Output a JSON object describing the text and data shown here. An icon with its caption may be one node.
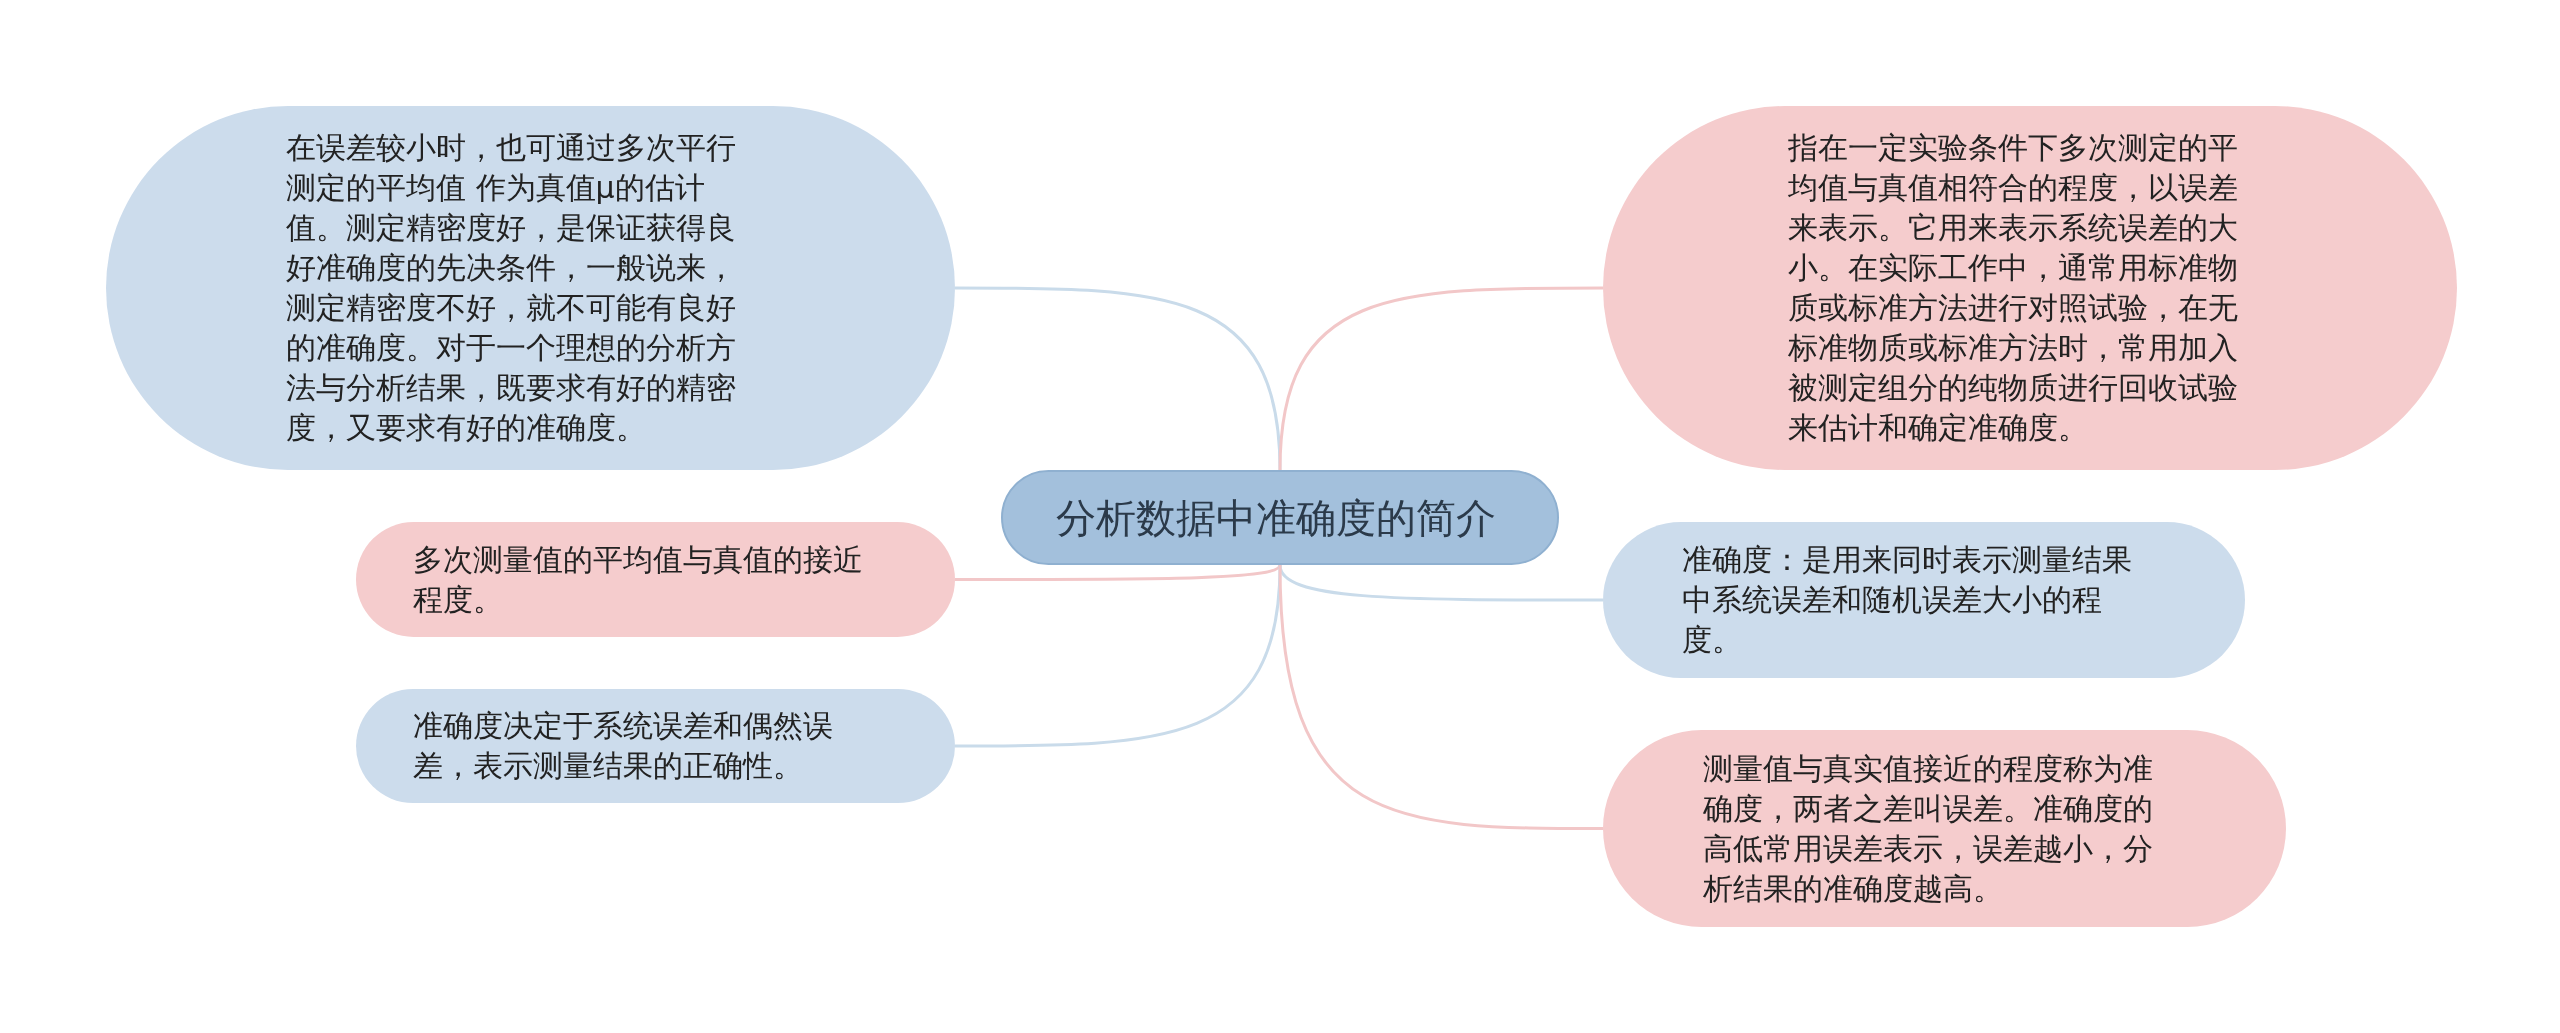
{
  "diagram": {
    "nodes": [
      {
        "text": [
          "分析数据中准确度的简介"
        ]
      },
      {
        "text": [
          "在误差较小时，也可通过多次平行测定的平均值 作为真值μ的估计值。测定精密度好，是保证获得良好准确度的先决条件，一般说来，测定精密度不好，就不可能有良好的准确度。对于一个理想的分析方法与分析结果，既要求有好的精密度，又要求有好的准确度。"
        ]
      },
      {
        "text": [
          "多次测量值的平均值与真值的接近程度。"
        ]
      },
      {
        "text": [
          "准确度决定于系统误差和偶然误差，表示测量结果的正确性。"
        ]
      },
      {
        "text": [
          "指在一定实验条件下多次测定的平均值与真值相符合的程度，以误差来表示。它用来表示系统误差的大小。在实际工作中，通常用标准物质或标准方法进行对照试验，在无标准物质或标准方法时，常用加入被测定组分的纯物质进行回收试验来估计和确定准确度。"
        ]
      },
      {
        "text": [
          "准确度：是用来同时表示测量结果中系统误差和随机误差大小的程度。"
        ]
      },
      {
        "text": [
          "测量值与真实值接近的程度称为准确度，两者之差叫误差。准确度的高低常用误差表示，误差越小，分析结果的准确度越高。"
        ]
      }
    ],
    "edges": [
      {
        "from": 0,
        "to": 1,
        "arrow": "none",
        "color": "#c9dbea"
      },
      {
        "from": 0,
        "to": 2,
        "arrow": "none",
        "color": "#f2c7c8"
      },
      {
        "from": 0,
        "to": 3,
        "arrow": "none",
        "color": "#c9dbea"
      },
      {
        "from": 0,
        "to": 4,
        "arrow": "none",
        "color": "#f2c7c8"
      },
      {
        "from": 0,
        "to": 5,
        "arrow": "none",
        "color": "#c9dbea"
      },
      {
        "from": 0,
        "to": 6,
        "arrow": "none",
        "color": "#f2c7c8"
      }
    ]
  }
}
